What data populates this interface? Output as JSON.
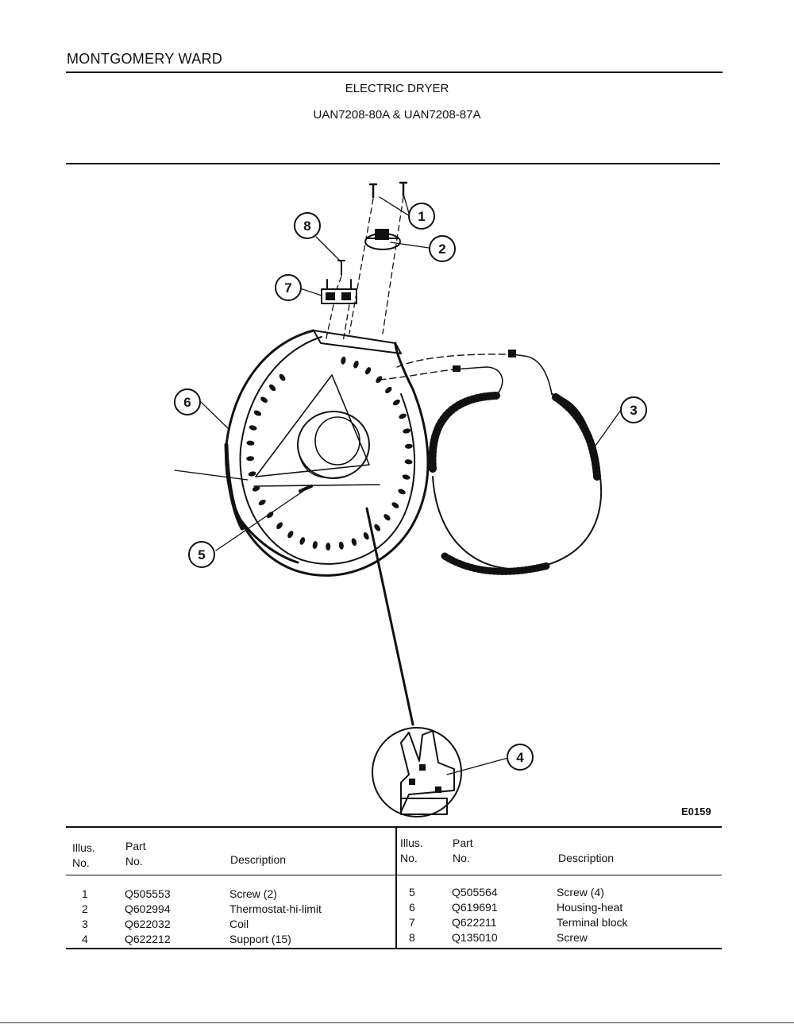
{
  "header": {
    "brand": "MONTGOMERY WARD",
    "title": "ELECTRIC DRYER",
    "models": "UAN7208-80A & UAN7208-87A"
  },
  "diagram": {
    "callouts": [
      "1",
      "2",
      "3",
      "4",
      "5",
      "6",
      "7",
      "8"
    ],
    "code": "E0159"
  },
  "table": {
    "headers": {
      "illus_no": "Illus.\nNo.",
      "part_no": "Part\nNo.",
      "description": "Description"
    },
    "left": [
      {
        "illus": "1",
        "part": "Q505553",
        "desc": "Screw (2)"
      },
      {
        "illus": "2",
        "part": "Q602994",
        "desc": "Thermostat-hi-limit"
      },
      {
        "illus": "3",
        "part": "Q622032",
        "desc": "Coil"
      },
      {
        "illus": "4",
        "part": "Q622212",
        "desc": "Support (15)"
      }
    ],
    "right": [
      {
        "illus": "5",
        "part": "Q505564",
        "desc": "Screw (4)"
      },
      {
        "illus": "6",
        "part": "Q619691",
        "desc": "Housing-heat"
      },
      {
        "illus": "7",
        "part": "Q622211",
        "desc": "Terminal block"
      },
      {
        "illus": "8",
        "part": "Q135010",
        "desc": "Screw"
      }
    ]
  }
}
